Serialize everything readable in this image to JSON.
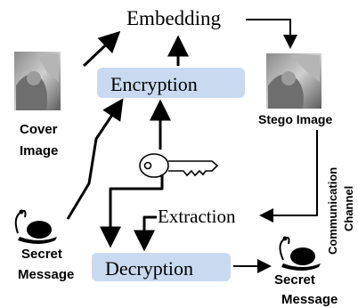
{
  "nodes": {
    "embedding": "Embedding",
    "encryption": "Encryption",
    "extraction": "Extraction",
    "decryption": "Decryption",
    "cover_image": [
      "Cover",
      "Image"
    ],
    "stego_image": "Stego Image",
    "secret_message_in": [
      "Secret",
      "Message"
    ],
    "secret_message_out": [
      "Secret",
      "Message"
    ],
    "channel": [
      "Communication",
      "Channel"
    ]
  },
  "colors": {
    "process_box": "#c9daf0",
    "arrow": "#000000",
    "text": "#000000"
  },
  "icons": [
    "cover-photo-icon",
    "stego-photo-icon",
    "key-icon",
    "snail-icon"
  ]
}
